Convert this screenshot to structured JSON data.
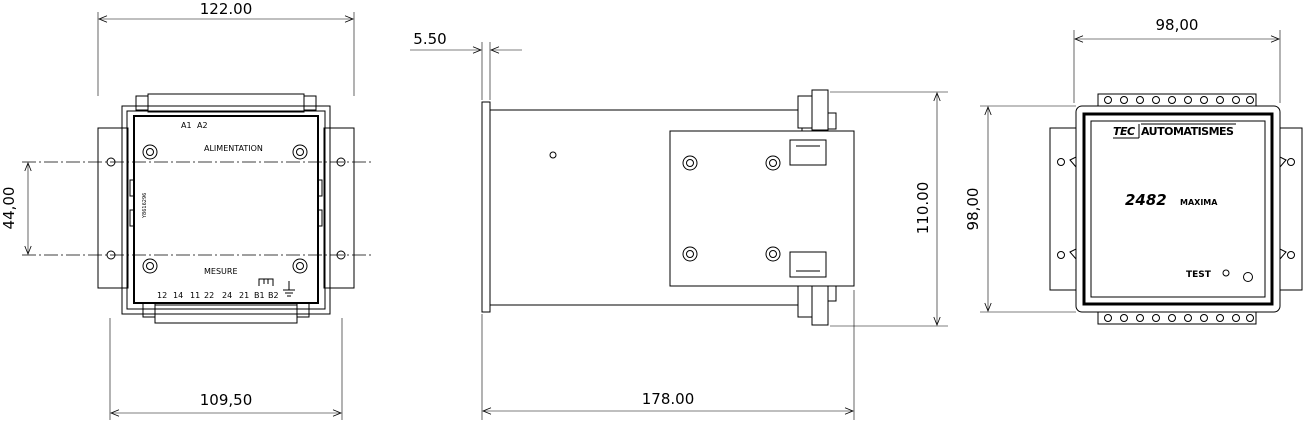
{
  "dimensions": {
    "front_width_top": "122.00",
    "front_width_bottom": "109,50",
    "front_hole_spacing": "44,00",
    "side_plate_thickness": "5.50",
    "side_depth": "178.00",
    "side_height": "110.00",
    "rear_width": "98,00",
    "rear_height": "98,00"
  },
  "front_panel": {
    "terminal_a1": "A1",
    "terminal_a2": "A2",
    "alimentation_label": "ALIMENTATION",
    "mesure_label": "MESURE",
    "vertical_code": "Y8616296",
    "terminals": [
      "12",
      "14",
      "11",
      "22",
      "24",
      "21",
      "B1",
      "B2"
    ]
  },
  "rear_panel": {
    "brand_tec": "TEC",
    "brand_name": "AUTOMATISMES",
    "model_number": "2482",
    "model_name": "MAXIMA",
    "test_label": "TEST"
  }
}
